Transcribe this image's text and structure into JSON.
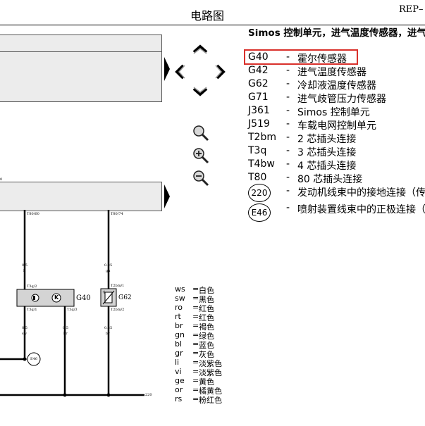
{
  "header": {
    "title": "电路图",
    "ref": "REP–"
  },
  "legend": {
    "title": "Simos 控制单元，进气温度传感器，进气歧管压力传感器，冷却液温度传感器",
    "items": [
      {
        "code": "G40",
        "desc": "霍尔传感器"
      },
      {
        "code": "G42",
        "desc": "进气温度传感器"
      },
      {
        "code": "G62",
        "desc": "冷却液温度传感器"
      },
      {
        "code": "G71",
        "desc": "进气歧管压力传感器"
      },
      {
        "code": "J361",
        "desc": "Simos 控制单元"
      },
      {
        "code": "J519",
        "desc": "车载电网控制单元"
      },
      {
        "code": "T2bm",
        "desc": "2 芯插头连接"
      },
      {
        "code": "T3q",
        "desc": "3 芯插头连接"
      },
      {
        "code": "T4bw",
        "desc": "4 芯插头连接"
      },
      {
        "code": "T80",
        "desc": "80 芯插头连接"
      },
      {
        "code": "220",
        "desc": "发动机线束中的接地连接（传"
      },
      {
        "code": "E46",
        "desc": "喷射装置线束中的正极连接（"
      }
    ]
  },
  "colors": [
    {
      "code": "ws",
      "name": "白色"
    },
    {
      "code": "sw",
      "name": "黑色"
    },
    {
      "code": "ro",
      "name": "红色"
    },
    {
      "code": "rt",
      "name": "红色"
    },
    {
      "code": "br",
      "name": "褐色"
    },
    {
      "code": "gn",
      "name": "绿色"
    },
    {
      "code": "bl",
      "name": "蓝色"
    },
    {
      "code": "gr",
      "name": "灰色"
    },
    {
      "code": "li",
      "name": "淡紫色"
    },
    {
      "code": "vi",
      "name": "淡紫色"
    },
    {
      "code": "ge",
      "name": "黄色"
    },
    {
      "code": "or",
      "name": "橘黄色"
    },
    {
      "code": "rs",
      "name": "粉红色"
    }
  ],
  "diagram": {
    "pin_t80_60": "T80/60",
    "pin_t80_74": "T80/74",
    "wire1_size": "0.5",
    "wire1_color": "li",
    "wire2_size": "0.35",
    "wire2_color": "gn",
    "g40_pin_top": "T3q/2",
    "g40_pin_bl": "T3q/1",
    "g40_pin_br": "T3q/3",
    "g40_label": "G40",
    "g62_pin_top": "T2bm/1",
    "g62_pin_bot": "T2bm/2",
    "g62_label": "G62",
    "g62_plus": "+",
    "g40_k": "K",
    "wire3_size": "0.5",
    "wire3_color": "sw",
    "wire4_size": "0.5",
    "wire4_color": "br",
    "wire5_size": "0.35",
    "wire5_color": "br",
    "ref_e46": "E46",
    "ref_220": "220",
    "left_mark": "0"
  },
  "accent": {
    "highlight": "#d9302b",
    "panel": "#ececec"
  }
}
